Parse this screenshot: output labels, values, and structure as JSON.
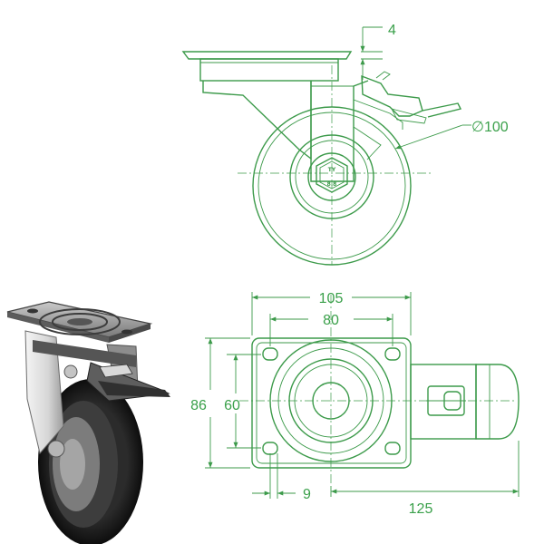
{
  "colors": {
    "drawing_line": "#3c9a4a",
    "dimension_text": "#3aa04a",
    "wheel_black": "#1c1c1c",
    "metal_grey": "#9a9a9a"
  },
  "side_view": {
    "plate_thickness": "4",
    "wheel_diameter": "∅100",
    "hub_marking_top": "TY",
    "hub_marking_bottom": "8.8"
  },
  "top_view": {
    "plate_width": "105",
    "hole_spacing_x": "80",
    "plate_depth": "86",
    "hole_spacing_y": "60",
    "hole_size": "9",
    "offset_length": "125"
  },
  "photo": {
    "subject": "swivel-caster-with-brake-icon"
  }
}
